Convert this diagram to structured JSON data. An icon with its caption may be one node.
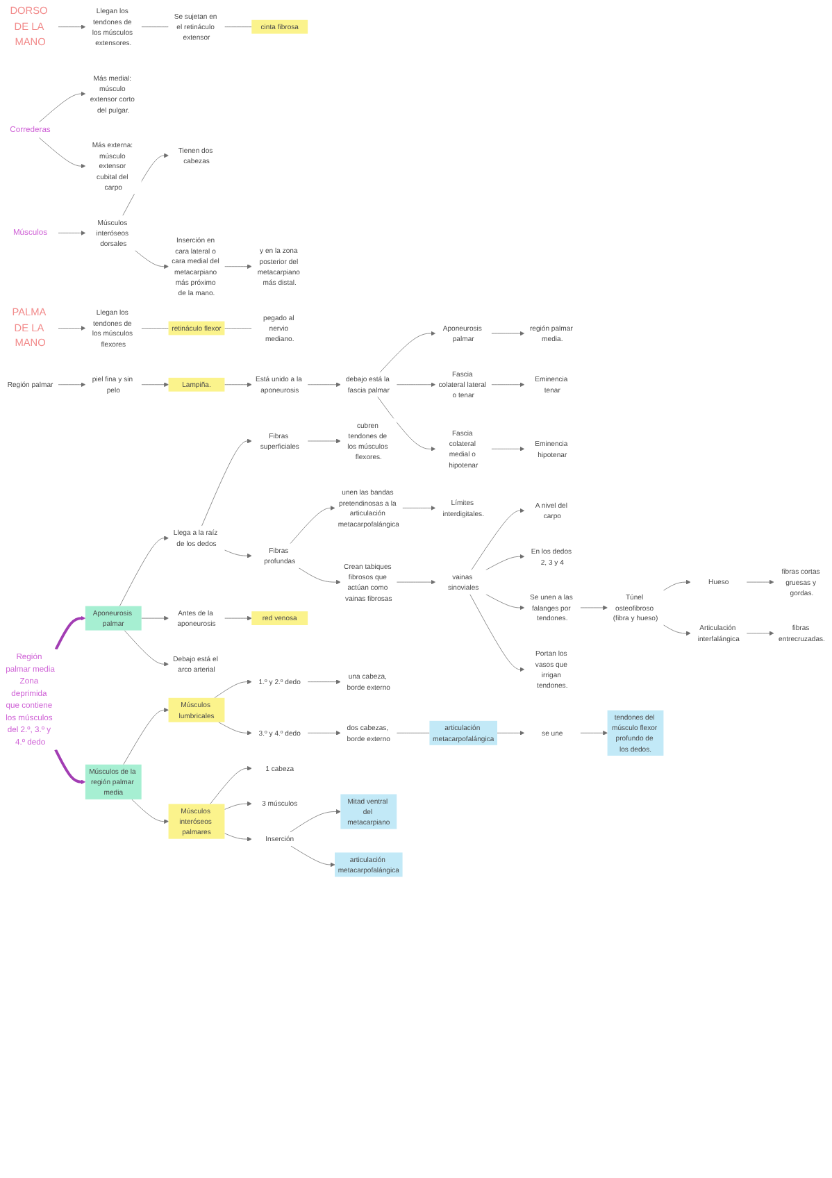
{
  "diagram": {
    "nodes": [
      {
        "text": [
          "DORSO DE LA MANO"
        ]
      },
      {
        "text": [
          "Llegan los tendones de los músculos extensores."
        ]
      },
      {
        "text": [
          "Se sujetan en el retináculo extensor"
        ]
      },
      {
        "text": [
          "cinta fibrosa"
        ]
      },
      {
        "text": [
          "Correderas"
        ]
      },
      {
        "text": [
          "Más medial: músculo extensor corto del pulgar."
        ]
      },
      {
        "text": [
          "Más externa: músculo extensor cubital del carpo"
        ]
      },
      {
        "text": [
          "Músculos"
        ]
      },
      {
        "text": [
          "Músculos interóseos dorsales"
        ]
      },
      {
        "text": [
          "Tienen dos cabezas"
        ]
      },
      {
        "text": [
          "Inserción en cara lateral o cara medial del metacarpiano más próximo de la mano."
        ]
      },
      {
        "text": [
          "y en la zona posterior del metacarpiano más distal."
        ]
      },
      {
        "text": [
          "PALMA DE LA MANO"
        ]
      },
      {
        "text": [
          "Llegan los tendones de los músculos flexores"
        ]
      },
      {
        "text": [
          "retináculo flexor"
        ]
      },
      {
        "text": [
          "pegado al nervio mediano."
        ]
      },
      {
        "text": [
          "Región palmar"
        ]
      },
      {
        "text": [
          "piel fina y sin pelo"
        ]
      },
      {
        "text": [
          "Lampiña."
        ]
      },
      {
        "text": [
          "Está unido a la aponeurosis"
        ]
      },
      {
        "text": [
          "debajo está la fascia palmar"
        ]
      },
      {
        "text": [
          "Aponeurosis palmar"
        ]
      },
      {
        "text": [
          "región palmar media."
        ]
      },
      {
        "text": [
          "Fascia colateral lateral o tenar"
        ]
      },
      {
        "text": [
          "Eminencia tenar"
        ]
      },
      {
        "text": [
          "Fascia colateral medial o hipotenar"
        ]
      },
      {
        "text": [
          "Eminencia hipotenar"
        ]
      },
      {
        "text": [
          "Región palmar media",
          "Zona deprimida que contiene los músculos del 2.º, 3.º y 4.º dedo"
        ]
      },
      {
        "text": [
          "Aponeurosis palmar"
        ]
      },
      {
        "text": [
          "Llega a la raíz de los dedos"
        ]
      },
      {
        "text": [
          "Fibras superficiales"
        ]
      },
      {
        "text": [
          "cubren tendones de los músculos flexores."
        ]
      },
      {
        "text": [
          "Fibras profundas"
        ]
      },
      {
        "text": [
          "unen las bandas pretendinosas a la articulación metacarpofalángica"
        ]
      },
      {
        "text": [
          "Límites interdigitales."
        ]
      },
      {
        "text": [
          "Crean tabiques fibrosos que actúan como vainas fibrosas"
        ]
      },
      {
        "text": [
          "vainas sinoviales"
        ]
      },
      {
        "text": [
          "A nivel del carpo"
        ]
      },
      {
        "text": [
          "En los dedos 2, 3 y 4"
        ]
      },
      {
        "text": [
          "Se unen a las falanges por tendones."
        ]
      },
      {
        "text": [
          "Túnel osteofibroso (fibra y hueso)"
        ]
      },
      {
        "text": [
          "Hueso"
        ]
      },
      {
        "text": [
          "fibras cortas gruesas y gordas."
        ]
      },
      {
        "text": [
          "Articulación interfalángica"
        ]
      },
      {
        "text": [
          "fibras entrecruzadas."
        ]
      },
      {
        "text": [
          "Portan los vasos que irrigan tendones."
        ]
      },
      {
        "text": [
          "Antes de la aponeurosis"
        ]
      },
      {
        "text": [
          "red venosa"
        ]
      },
      {
        "text": [
          "Debajo está el arco arterial"
        ]
      },
      {
        "text": [
          "Músculos de la región palmar media"
        ]
      },
      {
        "text": [
          "Músculos lumbricales"
        ]
      },
      {
        "text": [
          "1.º y 2.º dedo"
        ]
      },
      {
        "text": [
          "una cabeza, borde externo"
        ]
      },
      {
        "text": [
          "3.º y 4.º dedo"
        ]
      },
      {
        "text": [
          "dos cabezas, borde externo"
        ]
      },
      {
        "text": [
          "articulación metacarpofalángica"
        ]
      },
      {
        "text": [
          "se une"
        ]
      },
      {
        "text": [
          "tendones del músculo flexor profundo de los dedos."
        ]
      },
      {
        "text": [
          "Músculos interóseos palmares"
        ]
      },
      {
        "text": [
          "1 cabeza"
        ]
      },
      {
        "text": [
          "3 músculos"
        ]
      },
      {
        "text": [
          "Inserción"
        ]
      },
      {
        "text": [
          "Mitad ventral del metacarpiano"
        ]
      },
      {
        "text": [
          "articulación metacarpofalángica"
        ]
      }
    ],
    "edges": [
      {
        "from": 0,
        "to": 1,
        "arrow": "to"
      },
      {
        "from": 1,
        "to": 2,
        "arrow": "none"
      },
      {
        "from": 2,
        "to": 3,
        "arrow": "none"
      },
      {
        "from": 4,
        "to": 5,
        "arrow": "to"
      },
      {
        "from": 4,
        "to": 6,
        "arrow": "to"
      },
      {
        "from": 7,
        "to": 8,
        "arrow": "to"
      },
      {
        "from": 8,
        "to": 9,
        "arrow": "to"
      },
      {
        "from": 8,
        "to": 10,
        "arrow": "to"
      },
      {
        "from": 10,
        "to": 11,
        "arrow": "to"
      },
      {
        "from": 12,
        "to": 13,
        "arrow": "to"
      },
      {
        "from": 13,
        "to": 14,
        "arrow": "none"
      },
      {
        "from": 14,
        "to": 15,
        "arrow": "none"
      },
      {
        "from": 16,
        "to": 17,
        "arrow": "to"
      },
      {
        "from": 17,
        "to": 18,
        "arrow": "to"
      },
      {
        "from": 18,
        "to": 19,
        "arrow": "to"
      },
      {
        "from": 19,
        "to": 20,
        "arrow": "to"
      },
      {
        "from": 20,
        "to": 21,
        "arrow": "to"
      },
      {
        "from": 21,
        "to": 22,
        "arrow": "to"
      },
      {
        "from": 20,
        "to": 23,
        "arrow": "to"
      },
      {
        "from": 23,
        "to": 24,
        "arrow": "to"
      },
      {
        "from": 20,
        "to": 25,
        "arrow": "to"
      },
      {
        "from": 25,
        "to": 26,
        "arrow": "to"
      },
      {
        "from": 27,
        "to": 28,
        "arrow": "to",
        "style": "thick",
        "color": "#a23db3"
      },
      {
        "from": 28,
        "to": 29,
        "arrow": "to"
      },
      {
        "from": 29,
        "to": 30,
        "arrow": "to"
      },
      {
        "from": 30,
        "to": 31,
        "arrow": "to"
      },
      {
        "from": 29,
        "to": 32,
        "arrow": "to"
      },
      {
        "from": 32,
        "to": 33,
        "arrow": "to"
      },
      {
        "from": 33,
        "to": 34,
        "arrow": "to"
      },
      {
        "from": 32,
        "to": 35,
        "arrow": "to"
      },
      {
        "from": 35,
        "to": 36,
        "arrow": "to"
      },
      {
        "from": 36,
        "to": 37,
        "arrow": "to"
      },
      {
        "from": 36,
        "to": 38,
        "arrow": "to"
      },
      {
        "from": 36,
        "to": 39,
        "arrow": "to"
      },
      {
        "from": 39,
        "to": 40,
        "arrow": "to"
      },
      {
        "from": 40,
        "to": 41,
        "arrow": "to"
      },
      {
        "from": 41,
        "to": 42,
        "arrow": "to"
      },
      {
        "from": 40,
        "to": 43,
        "arrow": "to"
      },
      {
        "from": 43,
        "to": 44,
        "arrow": "to"
      },
      {
        "from": 36,
        "to": 45,
        "arrow": "to"
      },
      {
        "from": 28,
        "to": 46,
        "arrow": "to"
      },
      {
        "from": 46,
        "to": 47,
        "arrow": "to"
      },
      {
        "from": 28,
        "to": 48,
        "arrow": "to"
      },
      {
        "from": 27,
        "to": 49,
        "arrow": "to",
        "style": "thick",
        "color": "#a23db3"
      },
      {
        "from": 49,
        "to": 50,
        "arrow": "to"
      },
      {
        "from": 50,
        "to": 51,
        "arrow": "to"
      },
      {
        "from": 51,
        "to": 52,
        "arrow": "to"
      },
      {
        "from": 50,
        "to": 53,
        "arrow": "to"
      },
      {
        "from": 53,
        "to": 54,
        "arrow": "to"
      },
      {
        "from": 54,
        "to": 55,
        "arrow": "none"
      },
      {
        "from": 55,
        "to": 56,
        "arrow": "to"
      },
      {
        "from": 56,
        "to": 57,
        "arrow": "to"
      },
      {
        "from": 49,
        "to": 58,
        "arrow": "to"
      },
      {
        "from": 58,
        "to": 59,
        "arrow": "to"
      },
      {
        "from": 58,
        "to": 60,
        "arrow": "to"
      },
      {
        "from": 58,
        "to": 61,
        "arrow": "to"
      },
      {
        "from": 61,
        "to": 62,
        "arrow": "to"
      },
      {
        "from": 61,
        "to": 63,
        "arrow": "to"
      }
    ]
  }
}
